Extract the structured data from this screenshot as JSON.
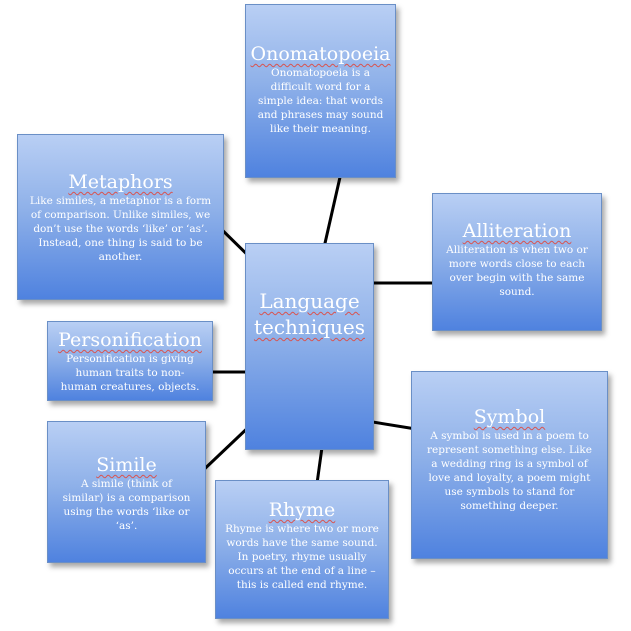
{
  "center": {
    "title": "Language techniques"
  },
  "onomatopoeia": {
    "title": "Onomatopoeia",
    "lines": [
      "Onomatopoeia is a",
      "difficult word for a",
      "simple idea: that words",
      "and phrases may sound",
      "like their meaning."
    ]
  },
  "metaphors": {
    "title": "Metaphors",
    "lines": [
      "Like similes, a metaphor is a form",
      "of comparison. Unlike similes, we",
      "don’t use the words ‘like’ or ‘as’.",
      "Instead, one thing is said to be",
      "another."
    ]
  },
  "alliteration": {
    "title": "Alliteration",
    "lines": [
      "Alliteration is when two or",
      "more words close to each",
      "over begin with the same",
      "sound."
    ]
  },
  "personification": {
    "title": "Personification",
    "lines": [
      "Personification is giving",
      "human traits to non-",
      "human creatures, objects."
    ]
  },
  "simile": {
    "title": "Simile",
    "lines": [
      "A simile (think of",
      "similar) is a comparison",
      "using the words ‘like or",
      "‘as’."
    ]
  },
  "rhyme": {
    "title": "Rhyme",
    "lines": [
      "Rhyme is where two or more",
      "words have the same sound.",
      "In poetry, rhyme usually",
      "occurs at the end of a line –",
      "this is called end rhyme."
    ]
  },
  "symbol": {
    "title": "Symbol",
    "lines": [
      "A symbol is used in a poem to",
      "represent something else. Like",
      "a wedding ring is a symbol of",
      "love and loyalty, a poem might",
      "use symbols to stand for",
      "something deeper."
    ]
  },
  "colors": {
    "box_top": "#b9cff4",
    "box_bottom": "#4f82df",
    "connector": "#000000",
    "text": "#ffffff"
  }
}
